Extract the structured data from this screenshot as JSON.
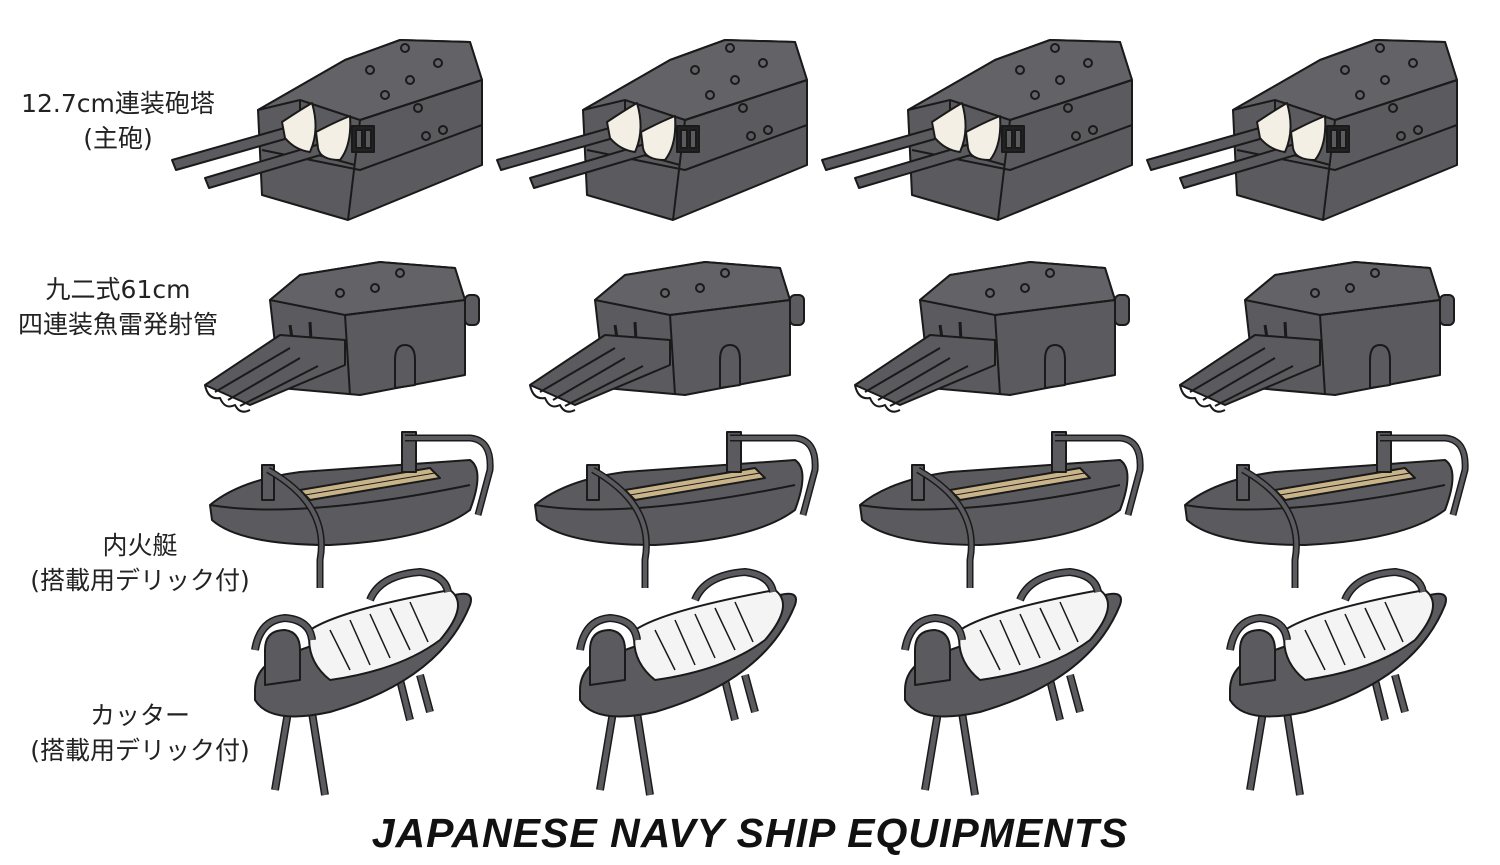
{
  "title": "JAPANESE NAVY SHIP EQUIPMENTS",
  "rows": [
    {
      "line1": "12.7cm連装砲塔",
      "line2": "(主砲)",
      "icon": "twin-gun-turret",
      "count": 4
    },
    {
      "line1": "九二式61cm",
      "line2": "四連装魚雷発射管",
      "icon": "quad-torpedo-launcher",
      "count": 4
    },
    {
      "line1": "内火艇",
      "line2": "(搭載用デリック付)",
      "icon": "motor-launch-with-derrick",
      "count": 4
    },
    {
      "line1": "カッター",
      "line2": "(搭載用デリック付)",
      "icon": "cutter-with-derrick",
      "count": 4
    }
  ],
  "colors": {
    "hull": "#5b5b5f",
    "outline": "#1a1a1a",
    "canvas": "#f2efe6",
    "deck": "#c9b48a"
  }
}
